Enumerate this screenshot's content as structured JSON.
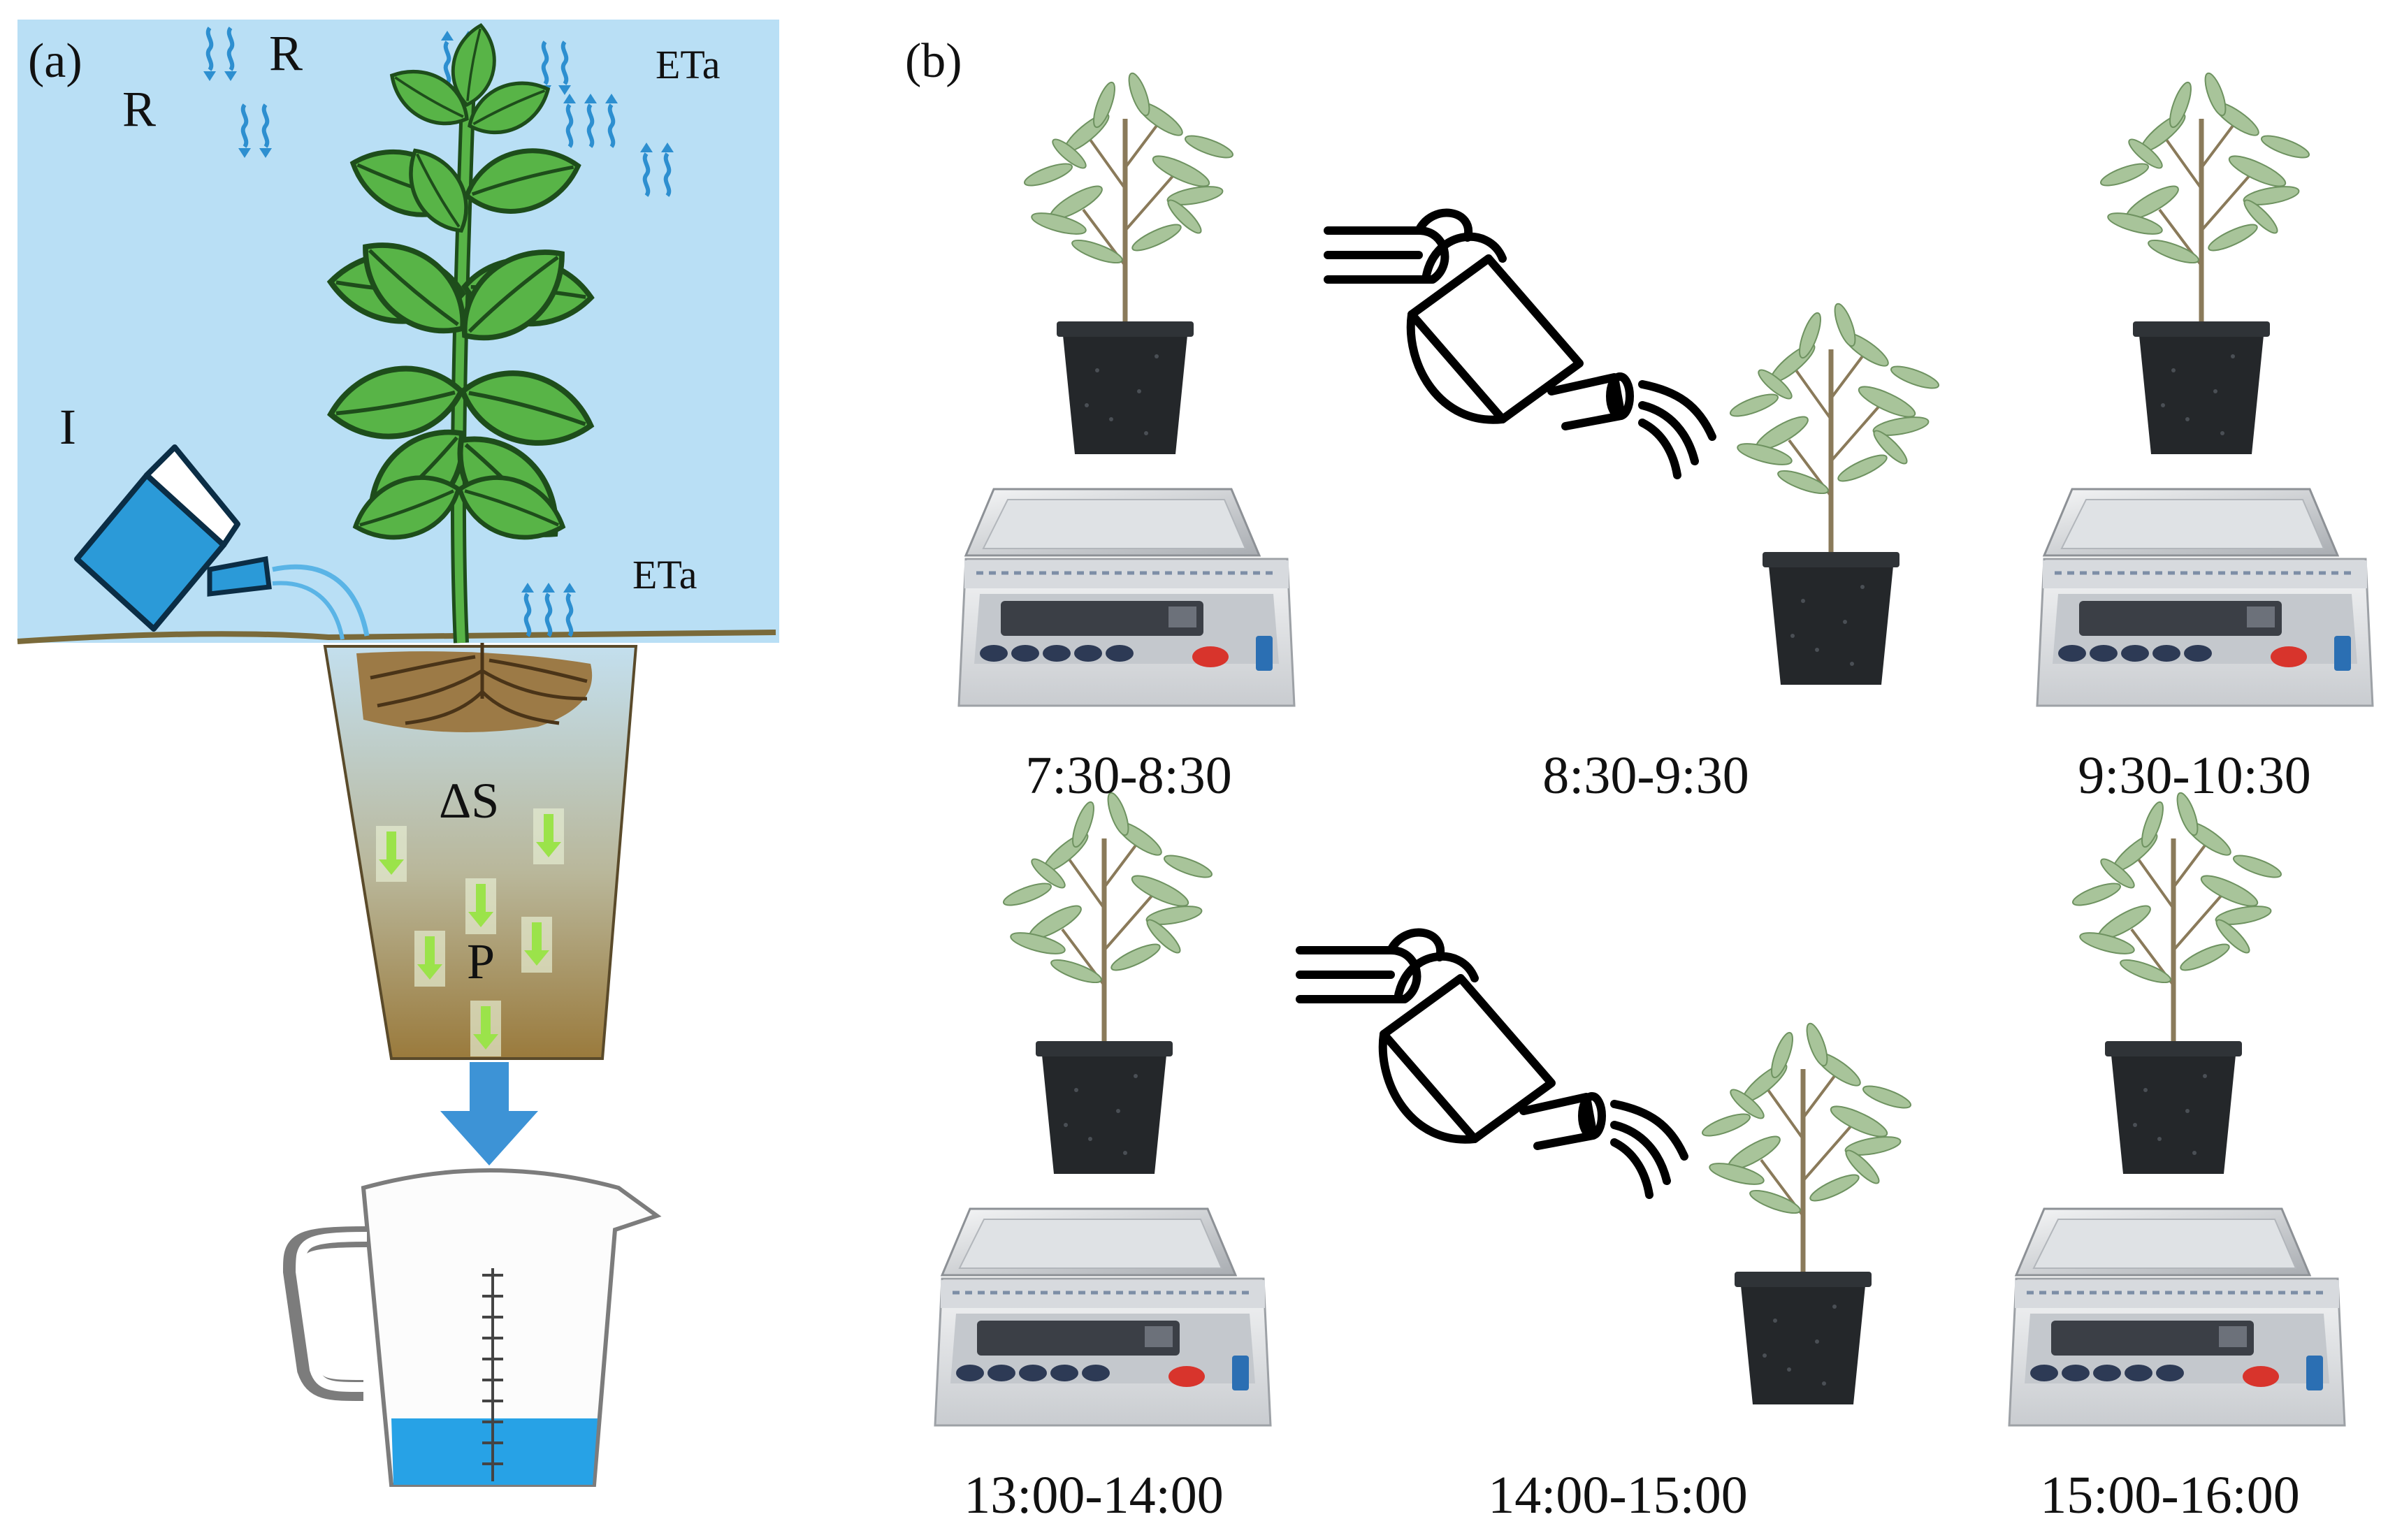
{
  "panel_a": {
    "tag": "(a)",
    "labels": {
      "r_left": "R",
      "r_top": "R",
      "eta_top": "ETa",
      "eta_soil": "ETa",
      "irrigation": "I",
      "storage": "ΔS",
      "percolation": "P"
    },
    "colors": {
      "sky": "#b9dff5",
      "leaf": "#58b447",
      "leaf_dark": "#1e4d1b",
      "can": "#2b9ad8",
      "soil_top": "#bfdcea",
      "soil_bottom": "#9a7a3c",
      "arrow": "#3d93d6",
      "water": "#27a2e6"
    }
  },
  "panel_b": {
    "tag": "(b)",
    "time_slots": [
      {
        "label": "7:30-8:30",
        "state": "weighing"
      },
      {
        "label": "8:30-9:30",
        "state": "irrigation"
      },
      {
        "label": "9:30-10:30",
        "state": "weighing"
      },
      {
        "label": "13:00-14:00",
        "state": "weighing"
      },
      {
        "label": "14:00-15:00",
        "state": "irrigation"
      },
      {
        "label": "15:00-16:00",
        "state": "weighing"
      }
    ],
    "colors": {
      "pot": "#24272a",
      "scale_body": "#e4e6e8",
      "display": "#3b3f46",
      "button_red": "#d8342c",
      "foliage": "#9fbf8c"
    }
  }
}
